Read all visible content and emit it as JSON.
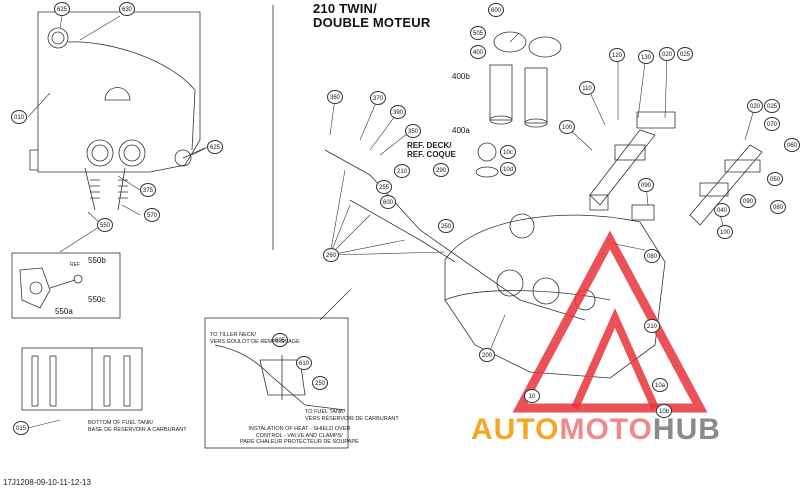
{
  "title": {
    "line1": "210 TWIN/",
    "line2": "DOUBLE MOTEUR"
  },
  "diagram_code": "17J1208-09-10-11-12-13",
  "watermark": {
    "auto": "AUTO",
    "moto": "MOTO",
    "hub": "HUB",
    "colors": {
      "auto": "#f5a623",
      "moto": "#f08a8a",
      "hub": "#8a8a8a",
      "triangle": "#e8323a"
    }
  },
  "notes": {
    "bottom_tank_en": "BOTTOM OF FUEL TANK/",
    "bottom_tank_fr": "BASE DE RÉSERVOIR À CARBURANT",
    "tiller_en": "TO TILLER NECK/",
    "tiller_fr": "VERS GOULOT DE REMPLISSAGE",
    "fuel_tank_en": "TO FUEL TANK/",
    "fuel_tank_fr": "VERS RÉSERVOIR DE CARBURANT",
    "heat_en1": "INSTALATION OF HEAT - SHIELD OVER",
    "heat_en2": "CONTROL - VALVE AND CLAMPS/",
    "heat_fr": "PARE CHALEUR PROTECTEUR DE SOUPAPE",
    "ref_deck": "REF. DECK/",
    "ref_coque": "REF. COQUE",
    "ref_small": "REF"
  },
  "callouts": [
    {
      "id": "c625a",
      "label": "625"
    },
    {
      "id": "c630",
      "label": "630"
    },
    {
      "id": "c010a",
      "label": "010"
    },
    {
      "id": "c625b",
      "label": "625"
    },
    {
      "id": "c375",
      "label": "375"
    },
    {
      "id": "c570",
      "label": "570"
    },
    {
      "id": "c550",
      "label": "550"
    },
    {
      "id": "c015",
      "label": "015"
    },
    {
      "id": "c360",
      "label": "360"
    },
    {
      "id": "c370",
      "label": "370"
    },
    {
      "id": "c390",
      "label": "390"
    },
    {
      "id": "c350",
      "label": "350"
    },
    {
      "id": "c210a",
      "label": "210"
    },
    {
      "id": "c290",
      "label": "290"
    },
    {
      "id": "c255",
      "label": "255"
    },
    {
      "id": "c600a",
      "label": "600"
    },
    {
      "id": "c250a",
      "label": "250"
    },
    {
      "id": "c260",
      "label": "260"
    },
    {
      "id": "c600b",
      "label": "600"
    },
    {
      "id": "c505",
      "label": "505"
    },
    {
      "id": "c400",
      "label": "400"
    },
    {
      "id": "c10c",
      "label": "10c"
    },
    {
      "id": "c10d",
      "label": "10d"
    },
    {
      "id": "c120",
      "label": "120"
    },
    {
      "id": "c130",
      "label": "130"
    },
    {
      "id": "c020a",
      "label": "020"
    },
    {
      "id": "c025a",
      "label": "025"
    },
    {
      "id": "c110",
      "label": "110"
    },
    {
      "id": "c100a",
      "label": "100"
    },
    {
      "id": "c020b",
      "label": "020"
    },
    {
      "id": "c025b",
      "label": "025"
    },
    {
      "id": "c070",
      "label": "070"
    },
    {
      "id": "c060",
      "label": "060"
    },
    {
      "id": "c050",
      "label": "050"
    },
    {
      "id": "c090a",
      "label": "090"
    },
    {
      "id": "c090b",
      "label": "090"
    },
    {
      "id": "c040",
      "label": "040"
    },
    {
      "id": "c080a",
      "label": "080"
    },
    {
      "id": "c100b",
      "label": "100"
    },
    {
      "id": "c080b",
      "label": "080"
    },
    {
      "id": "c210b",
      "label": "210"
    },
    {
      "id": "c200",
      "label": "200"
    },
    {
      "id": "c10",
      "label": "10"
    },
    {
      "id": "c10a",
      "label": "10a"
    },
    {
      "id": "c10b",
      "label": "10b"
    },
    {
      "id": "c605",
      "label": "605"
    },
    {
      "id": "c610",
      "label": "610"
    },
    {
      "id": "c250b",
      "label": "250"
    }
  ],
  "plain_labels": [
    {
      "id": "l550b",
      "label": "550b"
    },
    {
      "id": "l550a",
      "label": "550a"
    },
    {
      "id": "l550c",
      "label": "550c"
    },
    {
      "id": "l400b",
      "label": "400b"
    },
    {
      "id": "l400a",
      "label": "400a"
    }
  ]
}
